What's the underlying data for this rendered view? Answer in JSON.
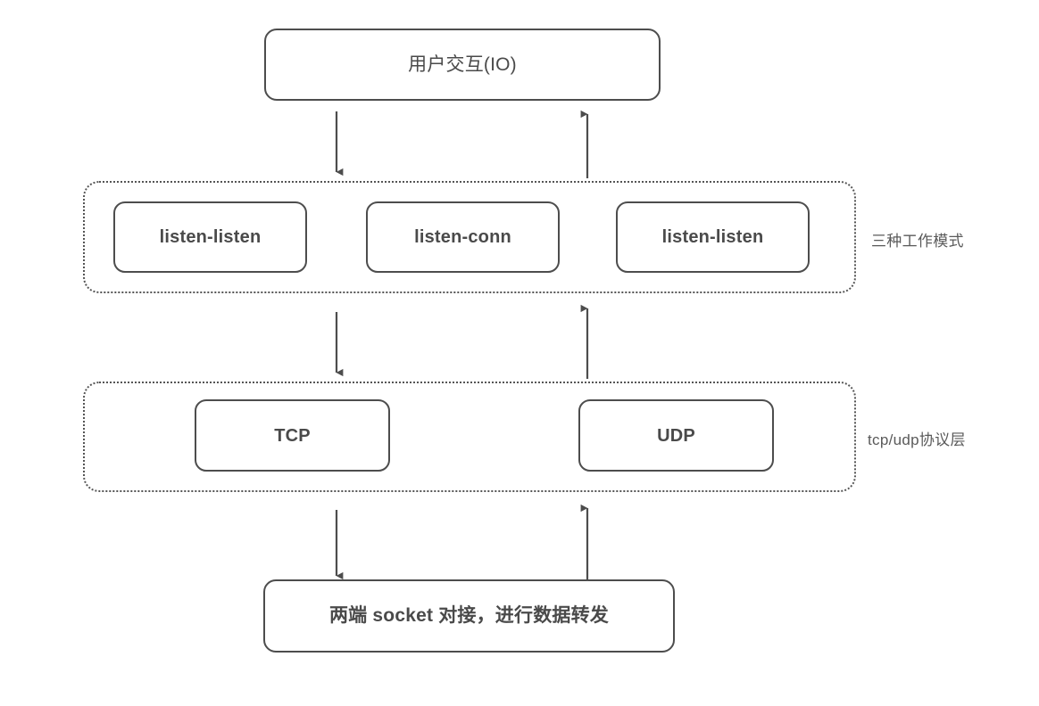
{
  "diagram": {
    "title_box": {
      "label": "用户交互(IO)"
    },
    "groups": [
      {
        "id": "modes",
        "side_label": "三种工作模式",
        "nodes": [
          {
            "label": "listen-listen"
          },
          {
            "label": "listen-conn"
          },
          {
            "label": "listen-listen"
          }
        ]
      },
      {
        "id": "protocols",
        "side_label": "tcp/udp协议层",
        "nodes": [
          {
            "label": "TCP"
          },
          {
            "label": "UDP"
          }
        ]
      }
    ],
    "bottom_box": {
      "label": "两端 socket 对接，进行数据转发"
    },
    "arrows": [
      {
        "name": "io-to-modes",
        "direction": "down"
      },
      {
        "name": "modes-to-io",
        "direction": "up"
      },
      {
        "name": "modes-to-protocols",
        "direction": "down"
      },
      {
        "name": "protocols-to-modes",
        "direction": "up"
      },
      {
        "name": "protocols-to-socket",
        "direction": "down"
      },
      {
        "name": "socket-to-protocols",
        "direction": "up"
      }
    ],
    "colors": {
      "stroke": "#4d4d4d",
      "text": "#4a4a4a",
      "label_text": "#5a5a5a",
      "background": "#ffffff",
      "group_border": "#555555"
    }
  }
}
